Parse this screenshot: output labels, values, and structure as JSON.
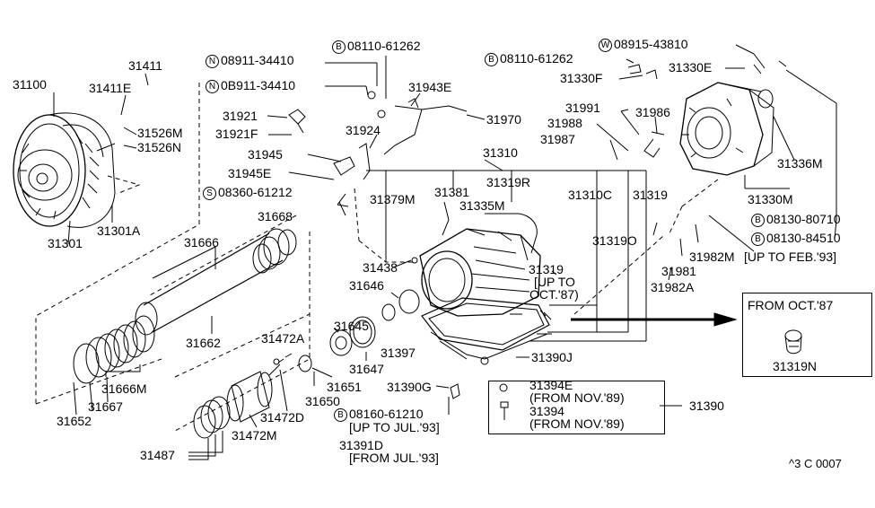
{
  "diagram": {
    "labels": {
      "p31100": "31100",
      "p31411": "31411",
      "p31411E": "31411E",
      "p31526M": "31526M",
      "p31526N": "31526N",
      "p31301": "31301",
      "p31301A": "31301A",
      "p31921": "31921",
      "p31921F": "31921F",
      "p31945": "31945",
      "p31945E": "31945E",
      "p31924": "31924",
      "p31943E": "31943E",
      "p31970": "31970",
      "p31310": "31310",
      "p31379M": "31379M",
      "p31381": "31381",
      "p31319R": "31319R",
      "p31335M": "31335M",
      "p31310C": "31310C",
      "p31319a": "31319",
      "p31319b": "31319",
      "p31319N": "31319N",
      "up_to_oct87": "[UP TO",
      "oct87": "OCT.'87)",
      "p31319O": "31319O",
      "p31991": "31991",
      "p31988": "31988",
      "p31987": "31987",
      "p31986": "31986",
      "p31330F": "31330F",
      "p31330E": "31330E",
      "p31336M": "31336M",
      "p31330M": "31330M",
      "p31982M": "31982M",
      "up_to_feb93": "[UP TO FEB.'93]",
      "p31981": "31981",
      "p31982A": "31982A",
      "p31668": "31668",
      "p31666": "31666",
      "p31662": "31662",
      "p31666M": "31666M",
      "p31667": "31667",
      "p31652": "31652",
      "p31438": "31438",
      "p31646": "31646",
      "p31645": "31645",
      "p31647": "31647",
      "p31651": "31651",
      "p31650": "31650",
      "p31472A": "31472A",
      "p31472D": "31472D",
      "p31472M": "31472M",
      "p31487": "31487",
      "p31397": "31397",
      "p31390J": "31390J",
      "p31390G": "31390G",
      "p31394E": "31394E",
      "from_nov89_a": "(FROM NOV.'89)",
      "p31394": "31394",
      "from_nov89_b": "(FROM NOV.'89)",
      "p31390": "31390",
      "up_to_jul93": "[UP TO JUL.'93]",
      "p31391D": "31391D",
      "from_jul93": "[FROM JUL.'93]",
      "from_oct87": "FROM OCT.'87",
      "footer_code": "^3  C 0007"
    },
    "callouts": {
      "n1": {
        "letter": "N",
        "part": "08911-34410"
      },
      "n2": {
        "letter": "N",
        "part": "0B911-34410"
      },
      "b1": {
        "letter": "B",
        "part": "08110-61262"
      },
      "b2": {
        "letter": "B",
        "part": "08110-61262"
      },
      "w1": {
        "letter": "W",
        "part": "08915-43810"
      },
      "s1": {
        "letter": "S",
        "part": "08360-61212"
      },
      "b3": {
        "letter": "B",
        "part": "08130-80710"
      },
      "b4": {
        "letter": "B",
        "part": "08130-84510"
      },
      "b5": {
        "letter": "B",
        "part": "08160-61210"
      }
    }
  }
}
